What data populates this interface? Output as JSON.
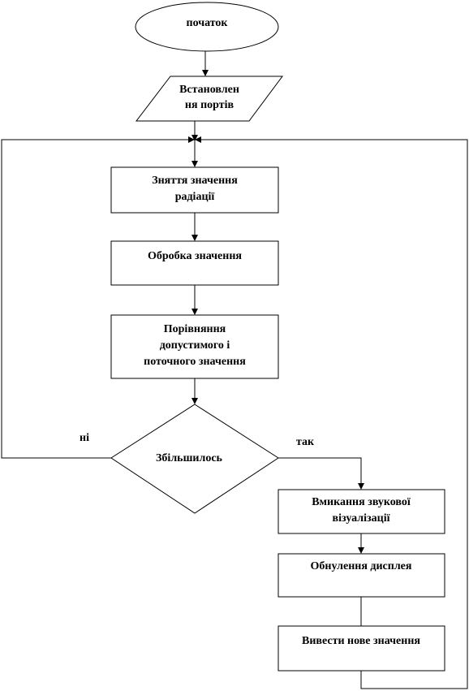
{
  "flowchart": {
    "start": "початок",
    "ports": [
      "Встановлен",
      "ня портів"
    ],
    "read": [
      "Зняття значення",
      "радіації"
    ],
    "process": "Обробка значення",
    "compare": [
      "Порівняння",
      "допустимого і",
      "поточного значення"
    ],
    "decision": "Збільшилось",
    "no_label": "ні",
    "yes_label": "так",
    "sound": [
      "Вмикання звукової",
      "візуалізації"
    ],
    "reset": "Обнулення дисплея",
    "output": "Вивести нове значення"
  }
}
